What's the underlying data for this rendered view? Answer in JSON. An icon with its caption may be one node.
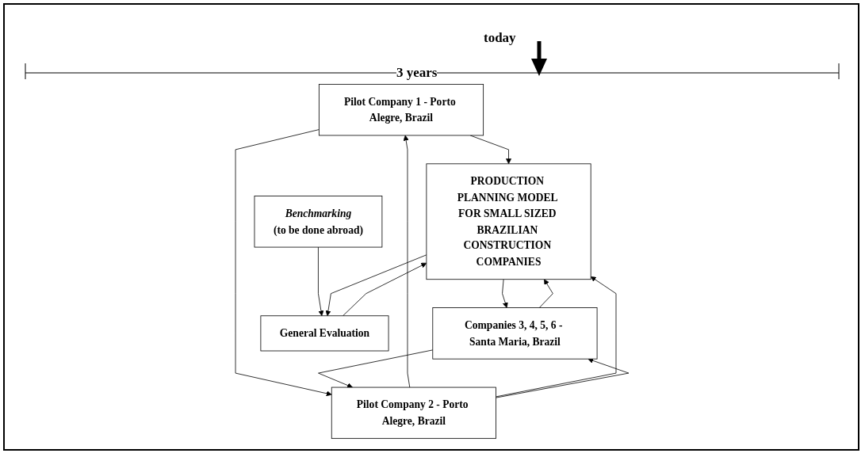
{
  "diagram": {
    "nodes": [
      {
        "text": [
          "Pilot Company 1 - Porto Alegre, Brazil"
        ]
      },
      {
        "text": [
          "Benchmarking",
          "(to be done abroad)"
        ]
      },
      {
        "text": [
          "Pilot Company 2 - Porto Alegre, Brazil"
        ]
      },
      {
        "text": [
          "Companies 3, 4, 5, 6 - Santa Maria, Brazil"
        ]
      },
      {
        "text": [
          "General Evaluation"
        ]
      },
      {
        "text": [
          "PRODUCTION PLANNING MODEL FOR SMALL SIZED BRAZILIAN CONSTRUCTION COMPANIES"
        ]
      }
    ],
    "edges": [
      {
        "from": 0,
        "to": 5,
        "arrow": "to"
      },
      {
        "from": 0,
        "to": 2,
        "arrow": "to"
      },
      {
        "from": 2,
        "to": 0,
        "arrow": "to"
      },
      {
        "from": 2,
        "to": 5,
        "arrow": "to"
      },
      {
        "from": 2,
        "to": 3,
        "arrow": "to"
      },
      {
        "from": 3,
        "to": 2,
        "arrow": "to"
      },
      {
        "from": 3,
        "to": 5,
        "arrow": "to"
      },
      {
        "from": 5,
        "to": 3,
        "arrow": "to"
      },
      {
        "from": 1,
        "to": 4,
        "arrow": "to"
      },
      {
        "from": 5,
        "to": 4,
        "arrow": "to"
      },
      {
        "from": 4,
        "to": 5,
        "arrow": "to"
      }
    ],
    "labels": [
      "today",
      "3 years"
    ]
  }
}
